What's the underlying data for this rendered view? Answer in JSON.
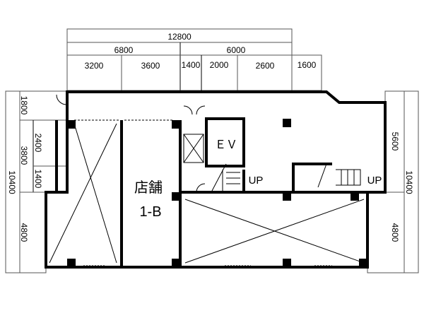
{
  "top_dimensions": {
    "overall": "12800",
    "sections": [
      "6800",
      "6000"
    ],
    "spans": [
      "3200",
      "3600",
      "1400",
      "2000",
      "2600",
      "1600"
    ]
  },
  "left_dimensions": {
    "overall": "10400",
    "mid": "3800",
    "spans": [
      "1800",
      "2400",
      "1400",
      "4800"
    ]
  },
  "right_dimensions": {
    "overall": "10400",
    "spans": [
      "5600",
      "4800"
    ]
  },
  "rooms": {
    "shop_name": "店舗",
    "shop_id": "1-B",
    "elevator": "ＥＶ",
    "stair_up_1": "UP",
    "stair_up_2": "UP"
  }
}
